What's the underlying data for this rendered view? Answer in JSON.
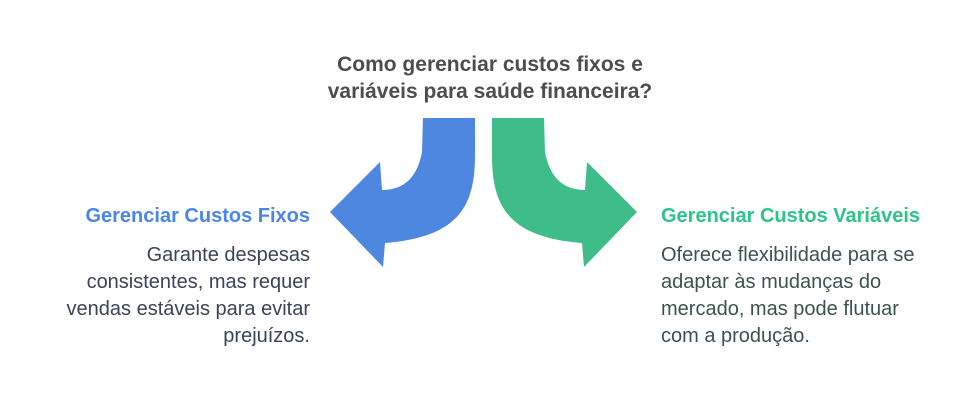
{
  "title": {
    "text": "Como gerenciar custos fixos e\nvariáveis para saúde financeira?"
  },
  "left": {
    "heading": "Gerenciar Custos Fixos",
    "body": "Garante despesas\nconsistentes, mas requer\nvendas estáveis para evitar\nprejuízos."
  },
  "right": {
    "heading": "Gerenciar Custos Variáveis",
    "body": "Oferece flexibilidade para se\nadaptar às mudanças do\nmercado, mas pode flutuar\ncom a produção."
  },
  "icons": {
    "left_arrow": "curved-arrow-left",
    "right_arrow": "curved-arrow-right"
  },
  "colors": {
    "title_text": "#4d4d4d",
    "arrow_left": "#4d87e0",
    "arrow_right": "#3ebd89",
    "heading_left": "#4a86e8",
    "heading_right": "#2ec487",
    "body_left": "#3b4358",
    "body_right": "#3b544a",
    "arrow_outline": "#ffffff"
  }
}
